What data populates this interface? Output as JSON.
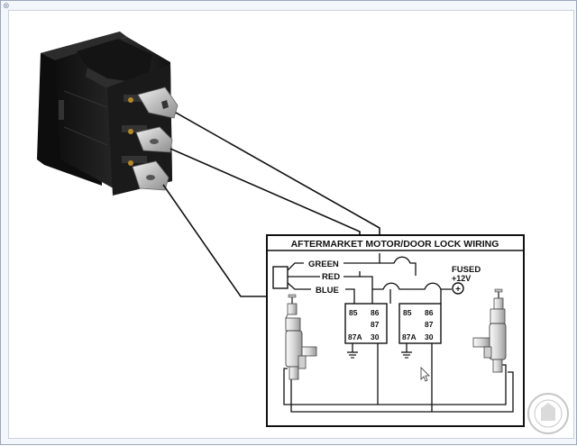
{
  "diagram": {
    "title": "AFTERMARKET MOTOR/DOOR LOCK WIRING",
    "wire_labels": {
      "green": "GREEN",
      "red": "RED",
      "blue": "BLUE"
    },
    "fuse": {
      "label": "FUSED",
      "voltage": "+12V",
      "symbol": "+"
    },
    "relay_left": {
      "pin_85": "85",
      "pin_86": "86",
      "pin_87": "87",
      "pin_87a": "87A",
      "pin_30": "30"
    },
    "relay_right": {
      "pin_85": "85",
      "pin_86": "86",
      "pin_87": "87",
      "pin_87a": "87A",
      "pin_30": "30"
    }
  },
  "colors": {
    "line": "#111111",
    "switch_body": "#1b1b1b",
    "terminal_metal": "#c8c8c8",
    "frame_border": "#9aa7b8"
  },
  "icons": [
    "rocker-switch-photo",
    "door-lock-actuator-icon",
    "ground-symbol-icon",
    "fuse-symbol-icon"
  ]
}
